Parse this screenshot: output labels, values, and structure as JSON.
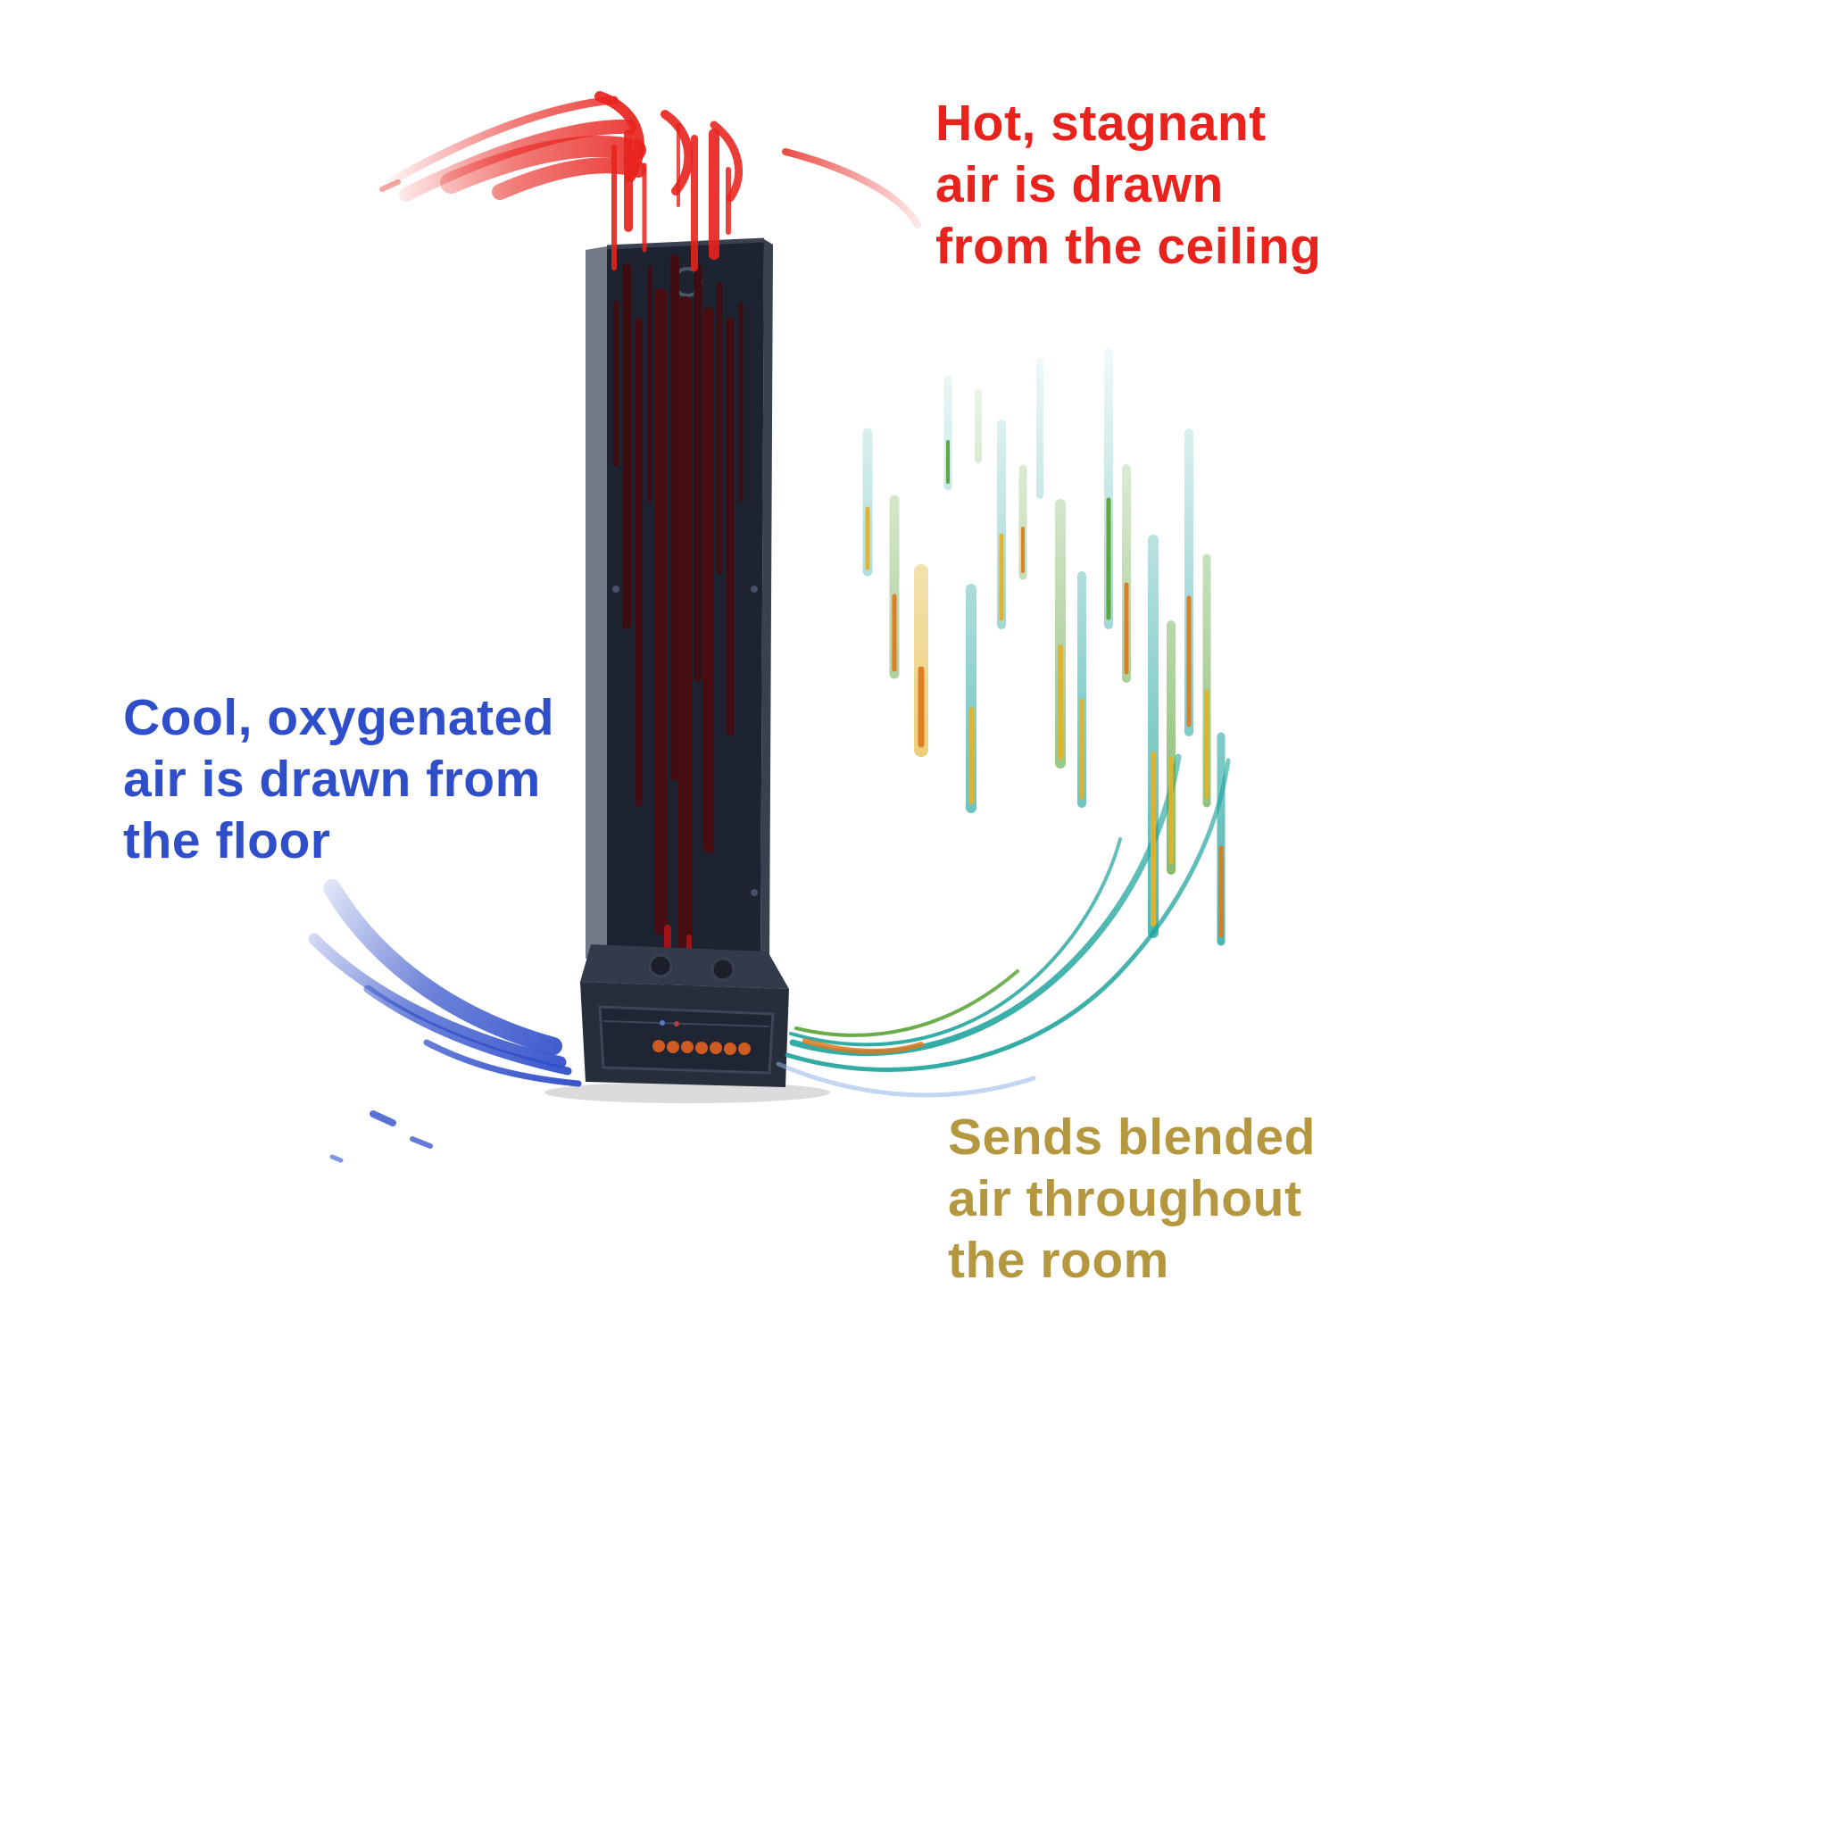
{
  "annotations": {
    "hot_air": {
      "lines": [
        "Hot, stagnant",
        "air is drawn",
        "from the ceiling"
      ],
      "color": "#e8231d"
    },
    "cool_air": {
      "lines": [
        "Cool, oxygenated",
        "air is drawn from",
        "the floor"
      ],
      "color": "#2f4ec9"
    },
    "blended_air": {
      "lines": [
        "Sends blended",
        "air throughout",
        "the room"
      ],
      "color": "#b5973f"
    }
  },
  "device": {
    "semantic_name": "air-circulation-tower-fan",
    "body_color": "#1d2330",
    "side_panel_color": "#737a86",
    "base_color": "#262d3b",
    "vent_dot_color": "#cf5b22"
  },
  "flows": {
    "hot_ceiling_flow_color": "#e8231d",
    "cool_floor_flow_color": "#2f4ec9",
    "blended_flow_colors": [
      "#1ba29b",
      "#55a032",
      "#e0b22a",
      "#dd7a1f"
    ]
  },
  "background_color": "#ffffff"
}
